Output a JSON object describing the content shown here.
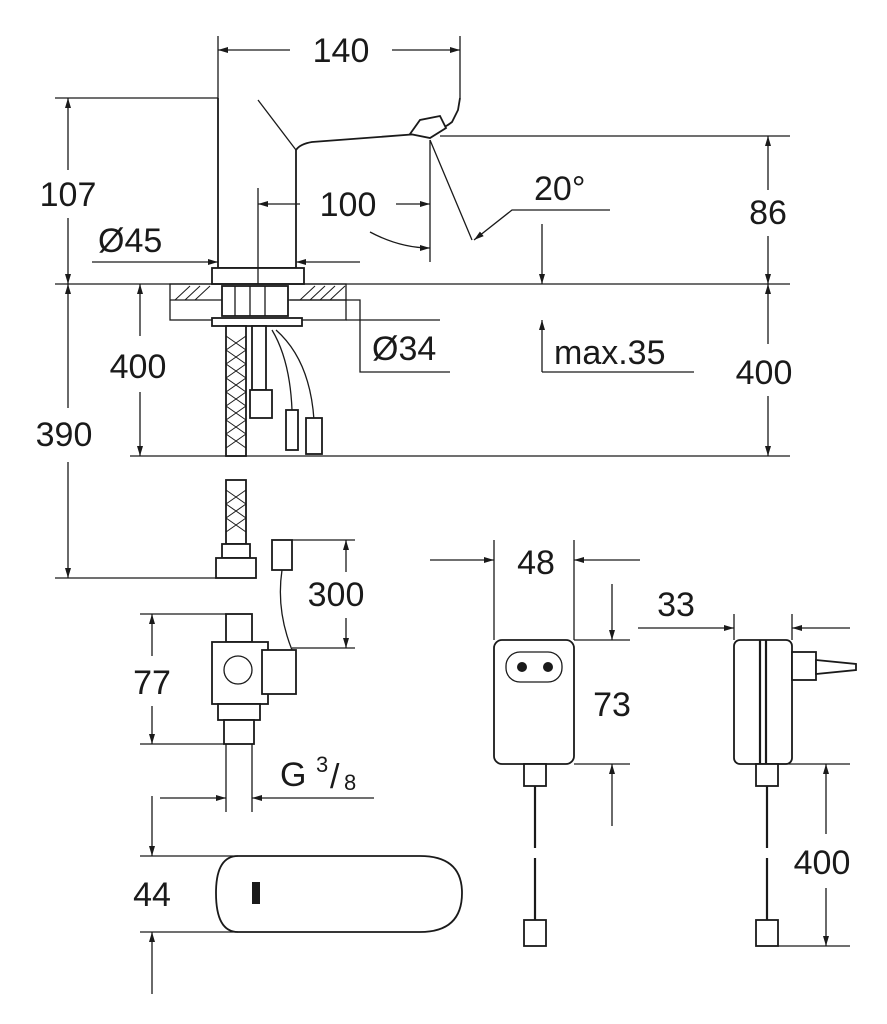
{
  "dimensions": {
    "spout_length": "140",
    "faucet_height": "107",
    "spout_reach": "100",
    "base_diameter": "Ø45",
    "spray_angle": "20°",
    "outlet_height": "86",
    "mounting_hole_diameter": "Ø34",
    "countertop_thickness_max": "max.35",
    "hose_length_left": "400",
    "cable_length_right": "400",
    "hose_total": "390",
    "sensor_cable": "300",
    "valve_height": "77",
    "thread_prefix": "G",
    "thread_numerator": "3",
    "thread_denominator": "8",
    "plate_width": "44",
    "transformer_width": "48",
    "transformer_height": "73",
    "transformer_depth": "33",
    "transformer_cable": "400"
  }
}
